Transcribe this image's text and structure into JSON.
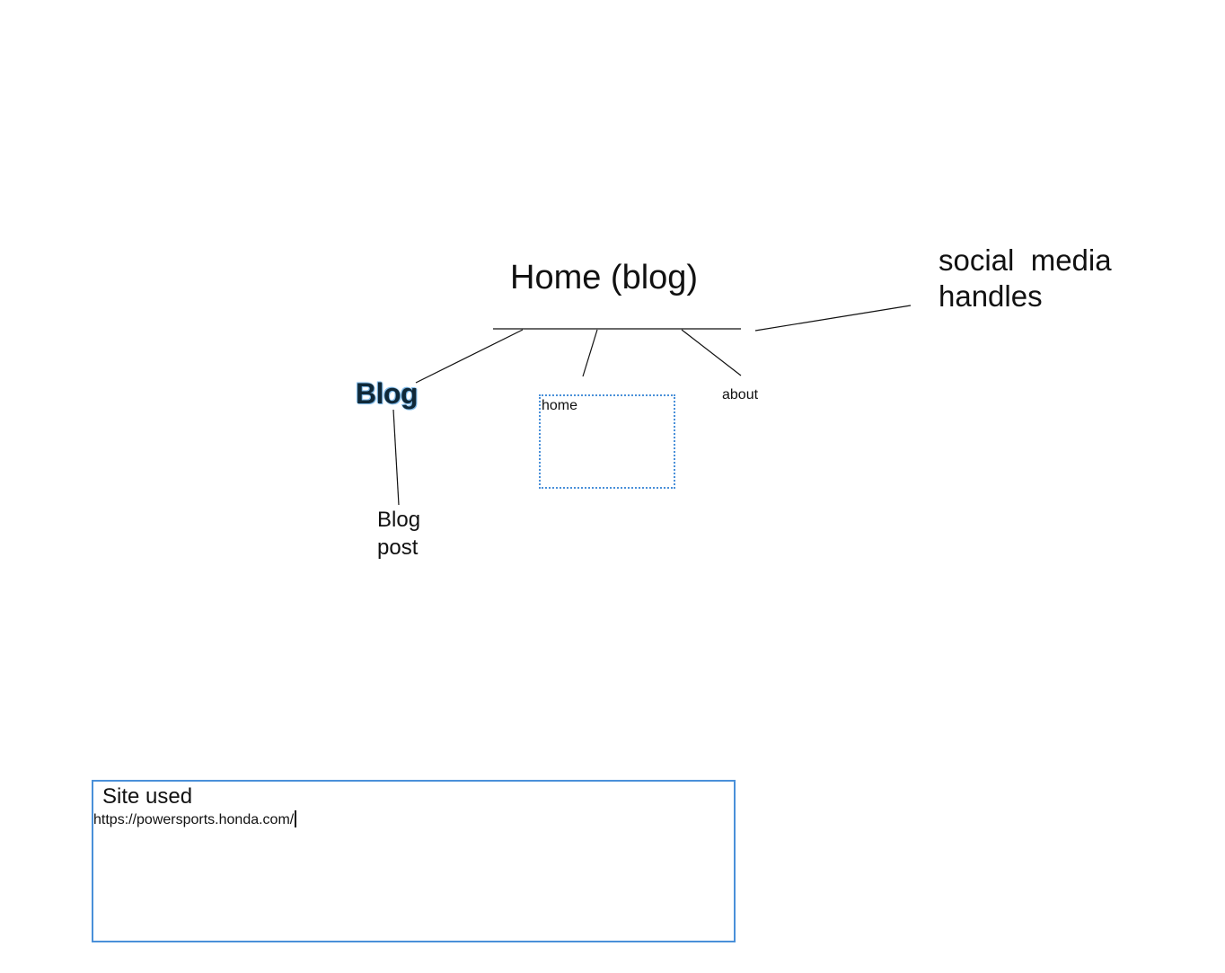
{
  "diagram": {
    "root": {
      "label": "Home (blog)"
    },
    "side_note": {
      "label": "social  media\nhandles"
    },
    "children": {
      "blog": {
        "label": "Blog",
        "child": {
          "label": "Blog\npost"
        }
      },
      "home": {
        "label": "home"
      },
      "about": {
        "label": "about"
      }
    },
    "line_color": "#111111"
  },
  "notes_box": {
    "title": "Site used",
    "url": "https://powersports.honda.com/",
    "border_color": "#4a90d9"
  }
}
